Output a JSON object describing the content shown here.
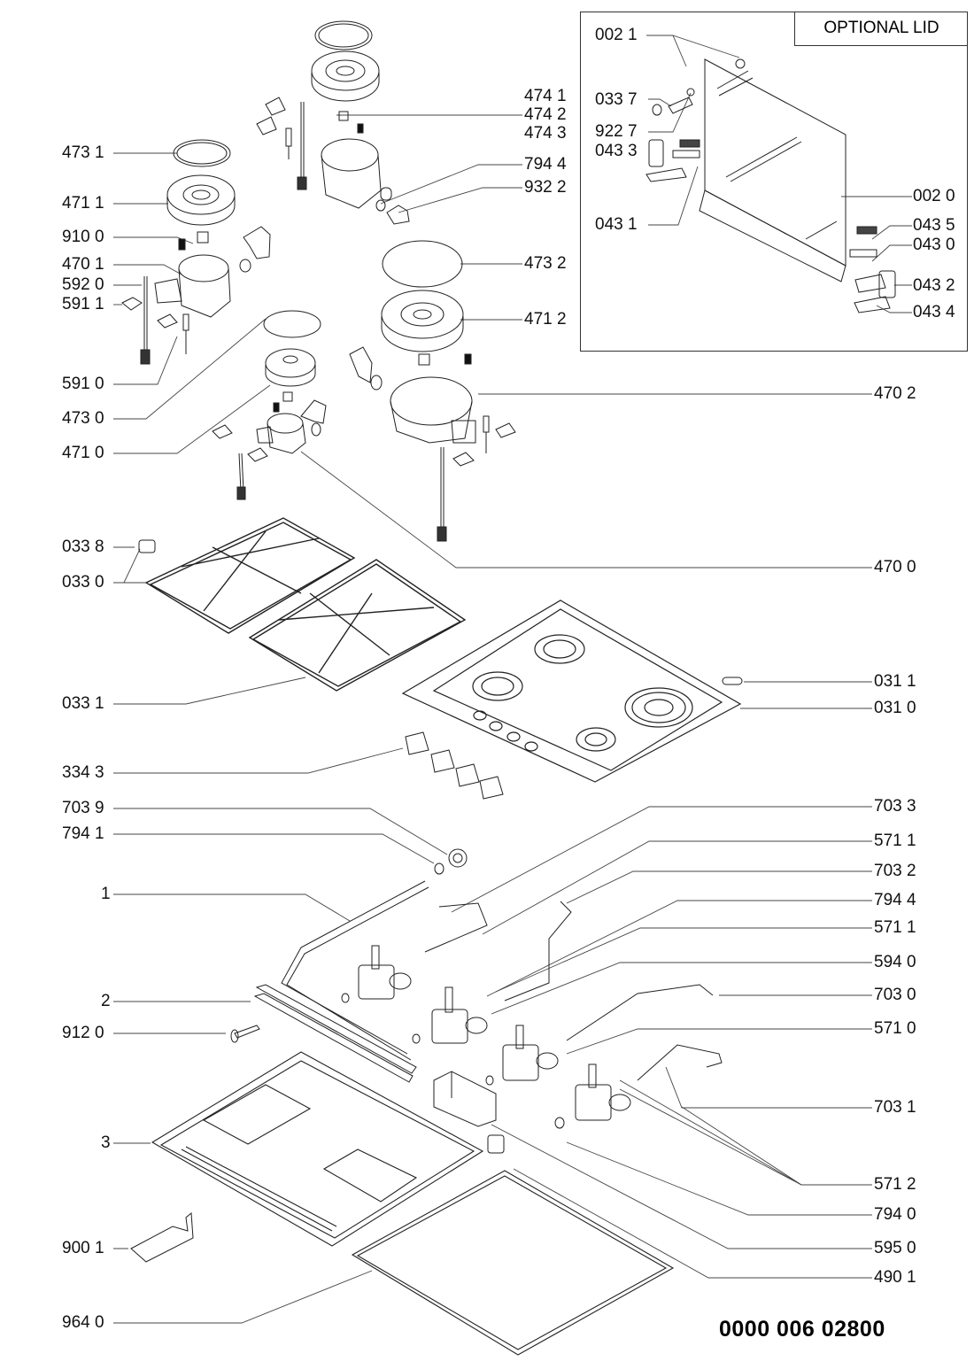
{
  "diagram": {
    "type": "exploded-parts-diagram",
    "subject": "gas hob",
    "drawing_number": "0000 006 02800",
    "inset": {
      "title": "OPTIONAL LID",
      "labels": {
        "l0021": "002 1",
        "l0337": "033 7",
        "l9227": "922 7",
        "l0433": "043 3",
        "l0431": "043 1",
        "l0020": "002 0",
        "l0435": "043 5",
        "l0430": "043 0",
        "l0432": "043 2",
        "l0434": "043 4"
      }
    },
    "labels": {
      "l4741": "474 1",
      "l4742": "474 2",
      "l4743": "474 3",
      "l4731": "473 1",
      "l4711": "471 1",
      "l7944a": "794 4",
      "l9322": "932 2",
      "l9100": "910 0",
      "l4701": "470 1",
      "l5920": "592 0",
      "l5911": "591 1",
      "l4732": "473 2",
      "l4712": "471 2",
      "l5910": "591 0",
      "l4730": "473 0",
      "l4702": "470 2",
      "l4710": "471 0",
      "l4700": "470 0",
      "l0338": "033 8",
      "l0330": "033 0",
      "l0331": "033 1",
      "l0311": "031 1",
      "l0310": "031 0",
      "l3343": "334 3",
      "l7039": "703 9",
      "l7033": "703 3",
      "l7941": "794 1",
      "l5711a": "571 1",
      "l1": "1",
      "l7032": "703 2",
      "l7944b": "794 4",
      "l5711b": "571 1",
      "l5940": "594 0",
      "l2": "2",
      "l7030": "703 0",
      "l9120": "912 0",
      "l5710": "571 0",
      "l7031": "703 1",
      "l3": "3",
      "l5712": "571 2",
      "l7940": "794 0",
      "l9001": "900 1",
      "l5950": "595 0",
      "l4901": "490 1",
      "l9640": "964 0"
    }
  }
}
